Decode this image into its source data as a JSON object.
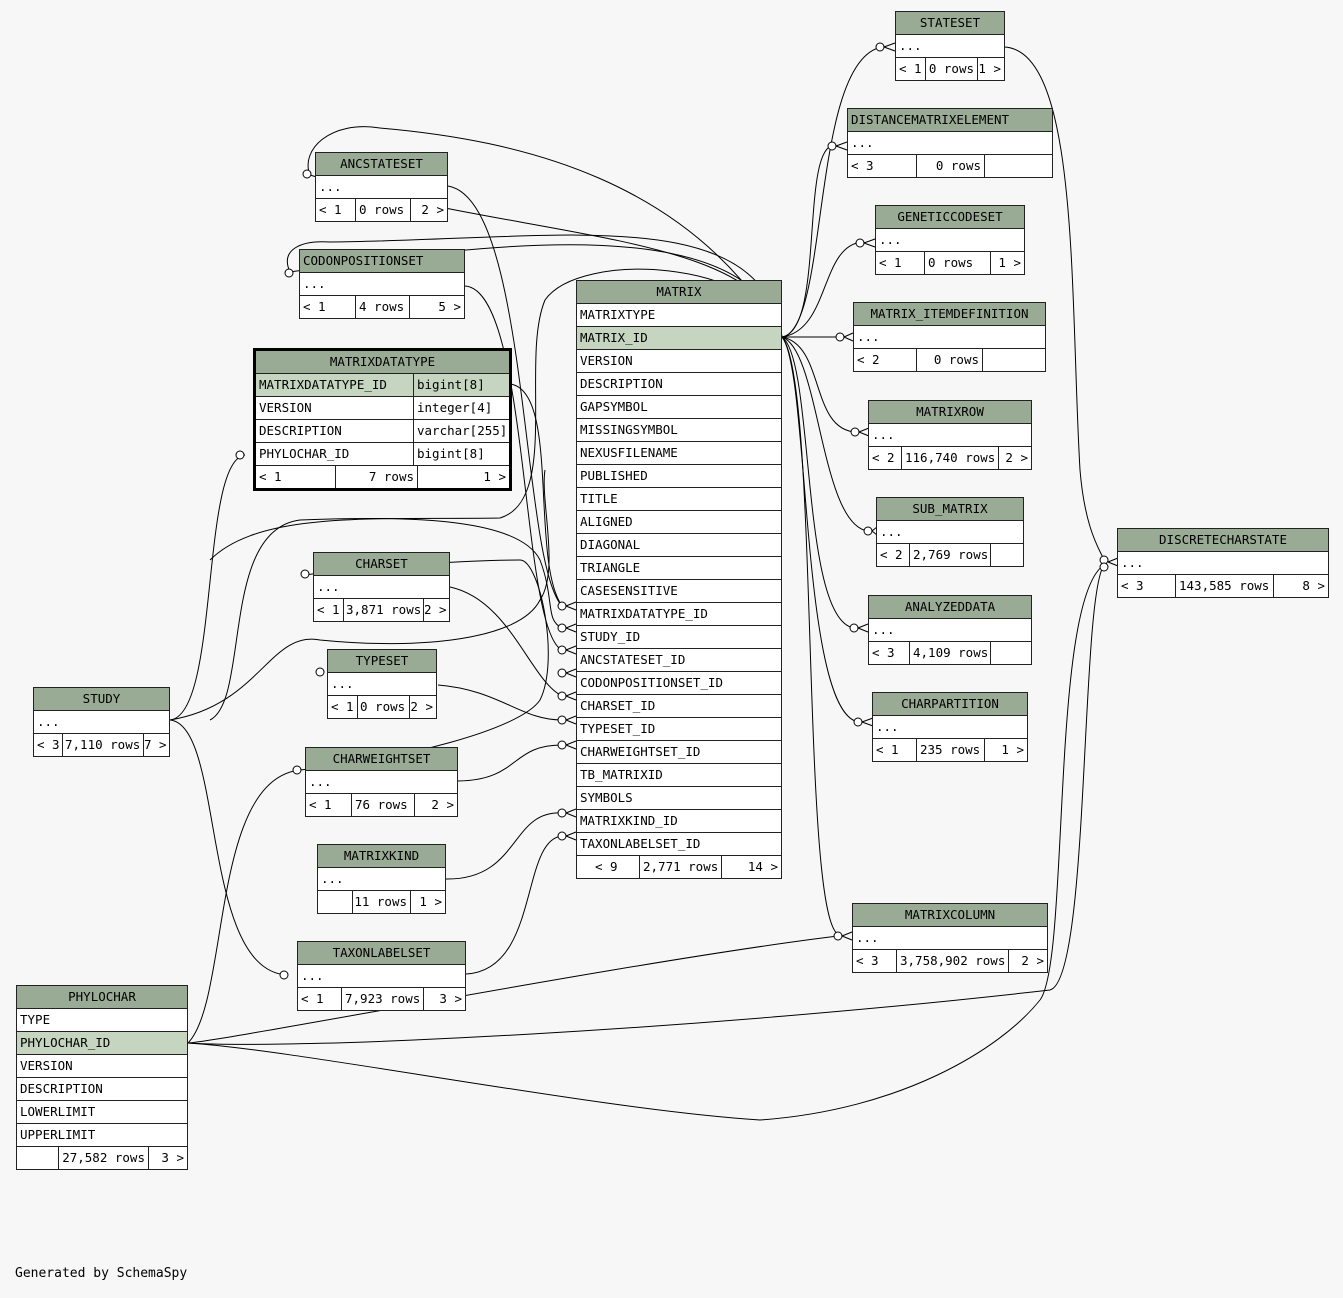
{
  "credit": "Generated by SchemaSpy",
  "tables": {
    "stateset": {
      "title": "STATESET",
      "ellipsis": "...",
      "parents": "< 1",
      "rows": "0 rows",
      "children": "1 >"
    },
    "distancematrixelement": {
      "title": "DISTANCEMATRIXELEMENT",
      "ellipsis": "...",
      "parents": "< 3",
      "rows": "0 rows",
      "children": ""
    },
    "geneticcodeset": {
      "title": "GENETICCODESET",
      "ellipsis": "...",
      "parents": "< 1",
      "rows": "0 rows",
      "children": "1 >"
    },
    "matrix_itemdefinition": {
      "title": "MATRIX_ITEMDEFINITION",
      "ellipsis": "...",
      "parents": "< 2",
      "rows": "0 rows",
      "children": ""
    },
    "matrixrow": {
      "title": "MATRIXROW",
      "ellipsis": "...",
      "parents": "< 2",
      "rows": "116,740 rows",
      "children": "2 >"
    },
    "sub_matrix": {
      "title": "SUB_MATRIX",
      "ellipsis": "...",
      "parents": "< 2",
      "rows": "2,769 rows",
      "children": ""
    },
    "analyzeddata": {
      "title": "ANALYZEDDATA",
      "ellipsis": "...",
      "parents": "< 3",
      "rows": "4,109 rows",
      "children": ""
    },
    "charpartition": {
      "title": "CHARPARTITION",
      "ellipsis": "...",
      "parents": "< 1",
      "rows": "235 rows",
      "children": "1 >"
    },
    "matrixcolumn": {
      "title": "MATRIXCOLUMN",
      "ellipsis": "...",
      "parents": "< 3",
      "rows": "3,758,902 rows",
      "children": "2 >"
    },
    "discretecharstate": {
      "title": "DISCRETECHARSTATE",
      "ellipsis": "...",
      "parents": "< 3",
      "rows": "143,585 rows",
      "children": "8 >"
    },
    "ancstateset": {
      "title": "ANCSTATESET",
      "ellipsis": "...",
      "parents": "< 1",
      "rows": "0 rows",
      "children": "2 >"
    },
    "codonpositionset": {
      "title": "CODONPOSITIONSET",
      "ellipsis": "...",
      "parents": "< 1",
      "rows": "4 rows",
      "children": "5 >"
    },
    "charset": {
      "title": "CHARSET",
      "ellipsis": "...",
      "parents": "< 1",
      "rows": "3,871 rows",
      "children": "2 >"
    },
    "typeset": {
      "title": "TYPESET",
      "ellipsis": "...",
      "parents": "< 1",
      "rows": "0 rows",
      "children": "2 >"
    },
    "charweightset": {
      "title": "CHARWEIGHTSET",
      "ellipsis": "...",
      "parents": "< 1",
      "rows": "76 rows",
      "children": "2 >"
    },
    "matrixkind": {
      "title": "MATRIXKIND",
      "ellipsis": "...",
      "parents": "",
      "rows": "11 rows",
      "children": "1 >"
    },
    "taxonlabelset": {
      "title": "TAXONLABELSET",
      "ellipsis": "...",
      "parents": "< 1",
      "rows": "7,923 rows",
      "children": "3 >"
    },
    "study": {
      "title": "STUDY",
      "ellipsis": "...",
      "parents": "< 3",
      "rows": "7,110 rows",
      "children": "7 >"
    },
    "matrixdatatype": {
      "title": "MATRIXDATATYPE",
      "columns": [
        {
          "name": "MATRIXDATATYPE_ID",
          "type": "bigint[8]"
        },
        {
          "name": "VERSION",
          "type": "integer[4]"
        },
        {
          "name": "DESCRIPTION",
          "type": "varchar[255]"
        },
        {
          "name": "PHYLOCHAR_ID",
          "type": "bigint[8]"
        }
      ],
      "parents": "< 1",
      "rows": "7 rows",
      "children": "1 >"
    },
    "matrix": {
      "title": "MATRIX",
      "columns": [
        "MATRIXTYPE",
        "MATRIX_ID",
        "VERSION",
        "DESCRIPTION",
        "GAPSYMBOL",
        "MISSINGSYMBOL",
        "NEXUSFILENAME",
        "PUBLISHED",
        "TITLE",
        "ALIGNED",
        "DIAGONAL",
        "TRIANGLE",
        "CASESENSITIVE",
        "MATRIXDATATYPE_ID",
        "STUDY_ID",
        "ANCSTATESET_ID",
        "CODONPOSITIONSET_ID",
        "CHARSET_ID",
        "TYPESET_ID",
        "CHARWEIGHTSET_ID",
        "TB_MATRIXID",
        "SYMBOLS",
        "MATRIXKIND_ID",
        "TAXONLABELSET_ID"
      ],
      "parents": "< 9",
      "rows": "2,771 rows",
      "children": "14 >"
    },
    "phylochar": {
      "title": "PHYLOCHAR",
      "columns": [
        "TYPE",
        "PHYLOCHAR_ID",
        "VERSION",
        "DESCRIPTION",
        "LOWERLIMIT",
        "UPPERLIMIT"
      ],
      "parents": "",
      "rows": "27,582 rows",
      "children": "3 >"
    }
  }
}
